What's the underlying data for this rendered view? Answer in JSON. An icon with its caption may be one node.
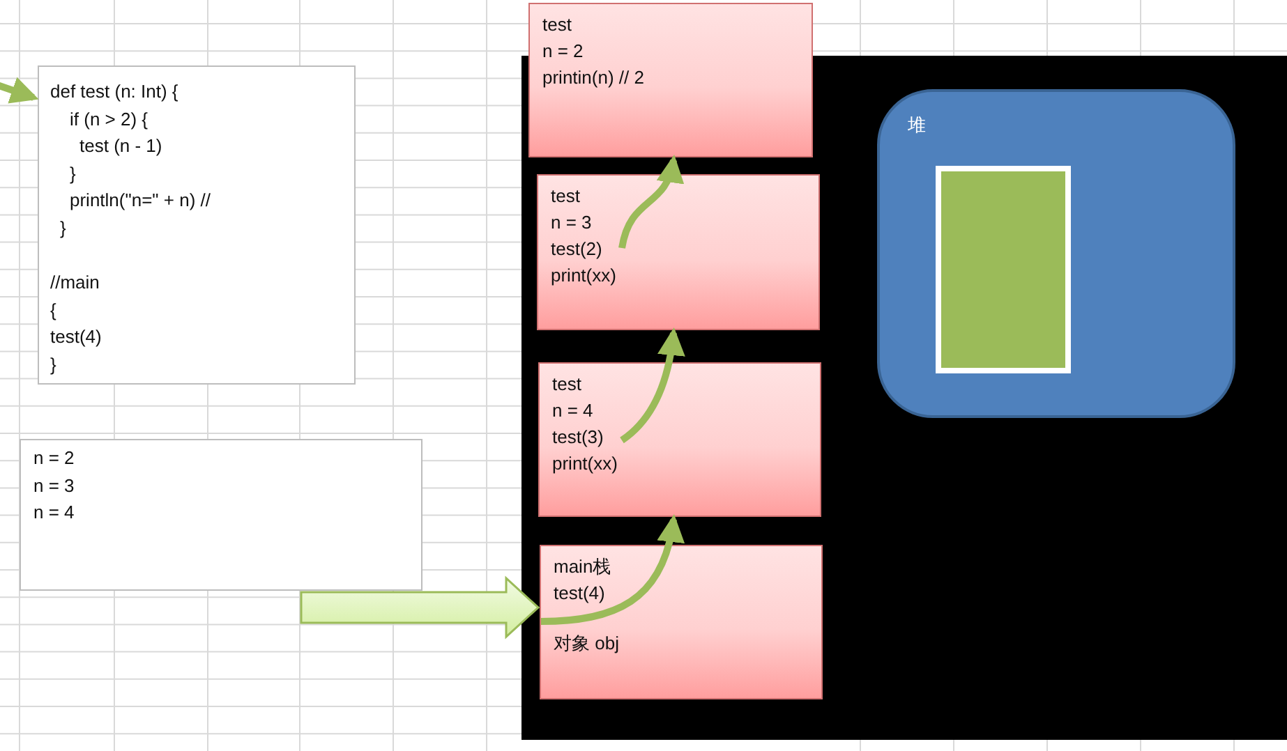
{
  "diagram": {
    "nodes": [
      {
        "text": [
          "def test (n: Int) {",
          "if (n > 2) {",
          "test (n - 1)",
          "}",
          "println(\"n=\" + n) //",
          "}",
          "//main",
          "{",
          "test(4)",
          "}"
        ]
      },
      {
        "text": [
          "n = 2",
          "n = 3",
          "n = 4"
        ]
      },
      {
        "text": [],
        "shape": "box"
      },
      {
        "text": [
          "test",
          "n = 2",
          "printin(n) // 2"
        ]
      },
      {
        "text": [
          "test",
          "n = 3",
          "test(2)",
          "print(xx)"
        ],
        "in": 2
      },
      {
        "text": [
          "test",
          "n = 4",
          "test(3)",
          "print(xx)"
        ],
        "in": 2
      },
      {
        "text": [
          "main栈",
          "test(4)",
          "对象 obj"
        ],
        "in": 2
      },
      {
        "text": [
          "堆"
        ],
        "in": 2
      },
      {
        "text": [],
        "shape": "box",
        "in": 7
      }
    ],
    "edges": [
      {
        "from": null,
        "to": 0,
        "arrow": "to"
      },
      {
        "from": null,
        "to": 6,
        "arrow": "to",
        "style": "thick"
      },
      {
        "from": 6,
        "to": 5,
        "arrow": "to"
      },
      {
        "from": 5,
        "to": 4,
        "arrow": "to"
      },
      {
        "from": 4,
        "to": 3,
        "arrow": "to"
      }
    ]
  }
}
